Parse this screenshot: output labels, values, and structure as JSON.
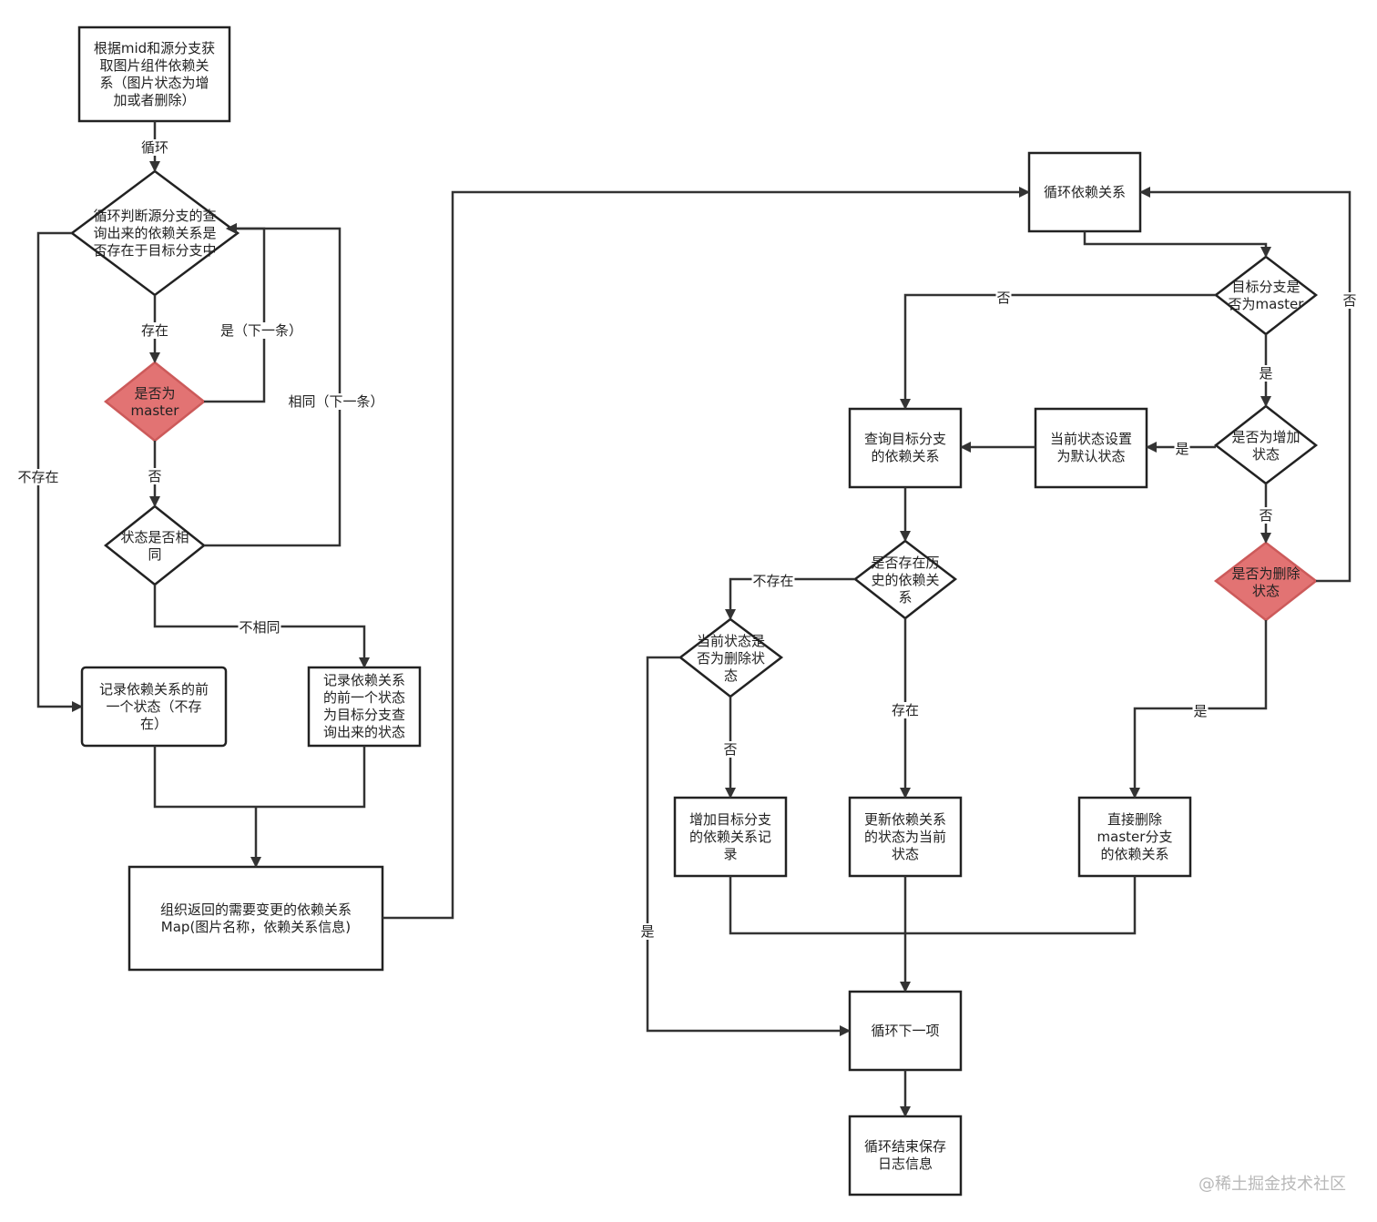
{
  "nodes": {
    "start": "根据mid和源分支获\n取图片组件依赖关\n系（图片状态为增\n加或者删除）",
    "loop_check": "循环判断源分支的查\n询出来的依赖关系是\n否存在于目标分支中",
    "is_master": "是否为\nmaster",
    "same_state": "状态是否相\n同",
    "record_prev_missing": "记录依赖关系的前\n一个状态（不存\n在）",
    "record_prev_target": "记录依赖关系\n的前一个状态\n为目标分支查\n询出来的状态",
    "organize_map": "组织返回的需要变更的依赖关系\nMap(图片名称，依赖关系信息)",
    "loop_deps": "循环依赖关系",
    "target_is_master": "目标分支是\n否为master",
    "is_add": "是否为增加\n状态",
    "set_default": "当前状态设置\n为默认状态",
    "query_target": "查询目标分支\n的依赖关系",
    "is_delete": "是否为删除\n状态",
    "has_history": "是否存在历\n史的依赖关\n系",
    "cur_is_delete": "当前状态是\n否为删除状\n态",
    "add_record": "增加目标分支\n的依赖关系记\n录",
    "update_state": "更新依赖关系\n的状态为当前\n状态",
    "delete_master": "直接删除\nmaster分支\n的依赖关系",
    "loop_next": "循环下一项",
    "loop_end": "循环结束保存\n日志信息"
  },
  "edge_labels": {
    "loop": "循环",
    "exists": "存在",
    "yes_next": "是（下一条）",
    "same_next": "相同（下一条）",
    "not_exists_left": "不存在",
    "no_master": "否",
    "not_same": "不相同",
    "no_target_master": "否",
    "yes_target_master": "是",
    "yes_add": "是",
    "no_add": "否",
    "no_delete": "否",
    "yes_delete": "是",
    "not_exists_history": "不存在",
    "exists_history": "存在",
    "no_cur_delete": "否",
    "yes_cur_delete": "是"
  },
  "watermark": "@稀土掘金技术社区",
  "colors": {
    "highlight_fill": "#e27373",
    "stroke": "#222222"
  }
}
